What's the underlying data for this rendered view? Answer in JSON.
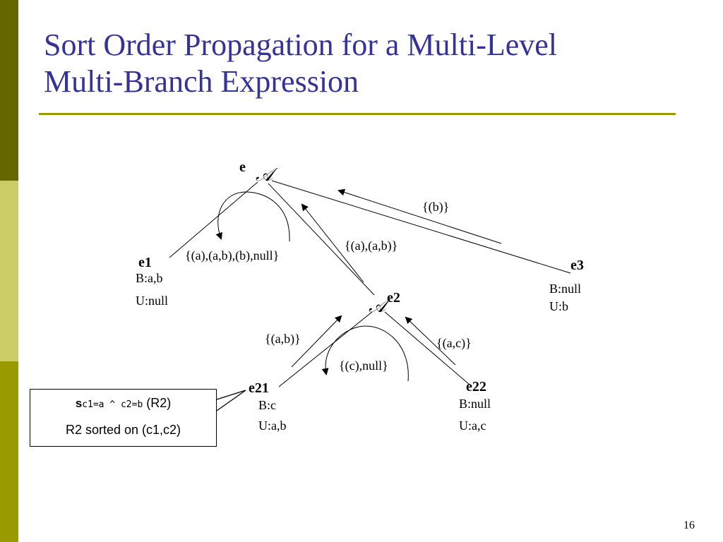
{
  "slide": {
    "title_line1": "Sort Order Propagation for a Multi-Level",
    "title_line2": "Multi-Branch Expression",
    "page_number": "16"
  },
  "diagram": {
    "nodes": {
      "e": {
        "label": "e",
        "op": "𝒜"
      },
      "e1": {
        "label": "e1",
        "b": "B:a,b",
        "u": "U:null"
      },
      "e2": {
        "label": "e2",
        "op": "𝒜"
      },
      "e3": {
        "label": "e3",
        "b": "B:null",
        "u": "U:b"
      },
      "e21": {
        "label": "e21",
        "b": "B:c",
        "u": "U:a,b"
      },
      "e22": {
        "label": "e22",
        "b": "B:null",
        "u": "U:a,c"
      }
    },
    "edge_labels": {
      "e3_to_e": "{(b)}",
      "e2_to_e": "{(a),(a,b)}",
      "e_self": "{(a),(a,b),(b),null}",
      "e21_to_e2": "{(a,b)}",
      "e22_to_e2": "{(a,c)}",
      "e2_self": "{(c),null}"
    },
    "callout": {
      "symbol": "s",
      "predicate": "c1=a ^ c2=b",
      "relation": "(R2)",
      "line2": "R2 sorted on (c1,c2)"
    }
  },
  "colors": {
    "title": "#333399",
    "rule": "#999900",
    "sidebar_top": "#666600",
    "sidebar_mid": "#cccc66",
    "sidebar_bottom": "#999900"
  }
}
